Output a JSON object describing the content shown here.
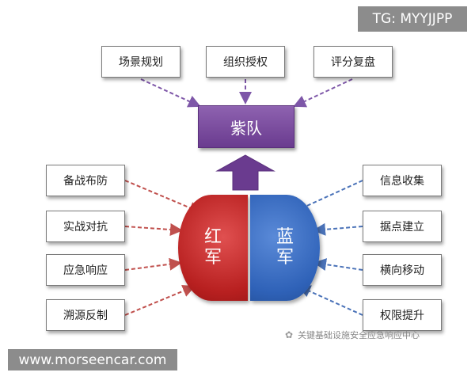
{
  "top_boxes": [
    "场景规划",
    "组织授权",
    "评分复盘"
  ],
  "purple_team": "紫队",
  "red_team": "红军",
  "blue_team": "蓝军",
  "left_boxes": [
    "备战布防",
    "实战对抗",
    "应急响应",
    "溯源反制"
  ],
  "right_boxes": [
    "信息收集",
    "据点建立",
    "横向移动",
    "权限提升"
  ],
  "watermark": {
    "tg": "TG: MYYJJPP",
    "url": "www.morseencar.com",
    "source": "关键基础设施安全应急响应中心",
    "source_icon": "wechat-icon"
  },
  "colors": {
    "purple": "#7a4aa0",
    "red": "#c02a2a",
    "blue": "#3568c0",
    "arrow_red": "#c0504d",
    "arrow_purple": "#7e57a8",
    "arrow_blue": "#4a72b8"
  }
}
